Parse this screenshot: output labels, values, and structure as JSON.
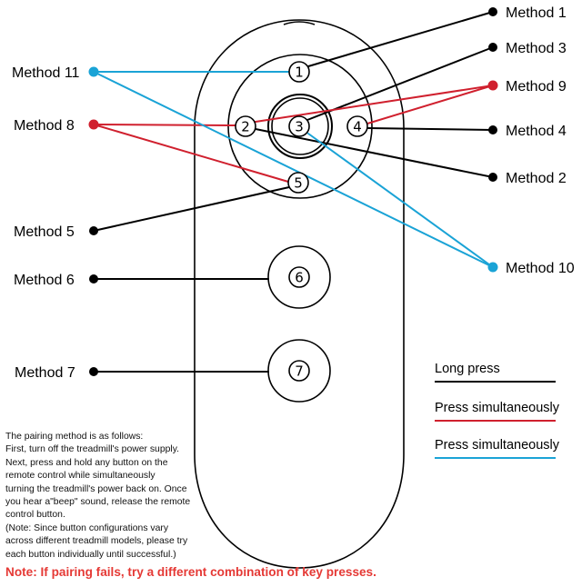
{
  "colors": {
    "long_press": "#000000",
    "simultaneous_red": "#d0202e",
    "simultaneous_blue": "#1aa3d6",
    "note": "#e53935"
  },
  "buttons": [
    "1",
    "2",
    "3",
    "4",
    "5",
    "6",
    "7"
  ],
  "methods": {
    "m1": "Method 1",
    "m2": "Method 2",
    "m3": "Method 3",
    "m4": "Method 4",
    "m5": "Method 5",
    "m6": "Method 6",
    "m7": "Method 7",
    "m8": "Method 8",
    "m9": "Method 9",
    "m10": "Method 10",
    "m11": "Method 11"
  },
  "legend": [
    {
      "label": "Long press",
      "color": "black"
    },
    {
      "label": "Press simultaneously",
      "color": "red"
    },
    {
      "label": "Press simultaneously",
      "color": "blue"
    }
  ],
  "instructions": [
    "The pairing method is as follows:",
    "First, turn off the treadmill's power supply.",
    "Next, press and hold any button on the",
    "remote control while simultaneously",
    "turning the treadmill's power back on. Once",
    "you hear a\"beep\" sound, release the remote",
    "control button.",
    "(Note: Since button configurations vary",
    "across different treadmill models, please try",
    "each button individually until successful.)"
  ],
  "note": "Note: If pairing fails, try a different combination of key presses."
}
